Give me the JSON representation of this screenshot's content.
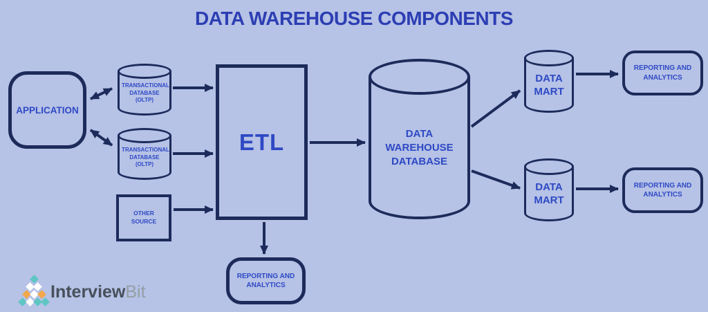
{
  "title": "DATA WAREHOUSE COMPONENTS",
  "colors": {
    "background": "#b6c2e6",
    "stroke": "#1c2b5a",
    "label": "#2e49c4",
    "title": "#2c3eb3"
  },
  "nodes": {
    "application": {
      "label": "APPLICATION"
    },
    "oltp_db_1": {
      "label": "TRANSACTIONAL DATABASE (OLTP)"
    },
    "oltp_db_2": {
      "label": "TRANSACTIONAL DATABASE (OLTP)"
    },
    "other_source": {
      "label": "OTHER SOURCE"
    },
    "etl": {
      "label": "ETL"
    },
    "warehouse_db": {
      "label": "DATA WAREHOUSE DATABASE"
    },
    "data_mart_1": {
      "label": "DATA MART"
    },
    "data_mart_2": {
      "label": "DATA MART"
    },
    "reporting_1": {
      "label": "REPORTING AND ANALYTICS"
    },
    "reporting_2": {
      "label": "REPORTING AND ANALYTICS"
    },
    "reporting_bottom": {
      "label": "REPORTING AND ANALYTICS"
    }
  },
  "logo": {
    "text_primary": "Interview",
    "text_secondary": "Bit",
    "palette": {
      "teal": "#5fc6c4",
      "orange": "#f2a74b",
      "white": "#ffffff"
    },
    "rows": [
      [
        "teal"
      ],
      [
        "white",
        "white"
      ],
      [
        "orange",
        "white",
        "orange"
      ],
      [
        "teal",
        "white",
        "teal",
        "teal"
      ]
    ]
  }
}
